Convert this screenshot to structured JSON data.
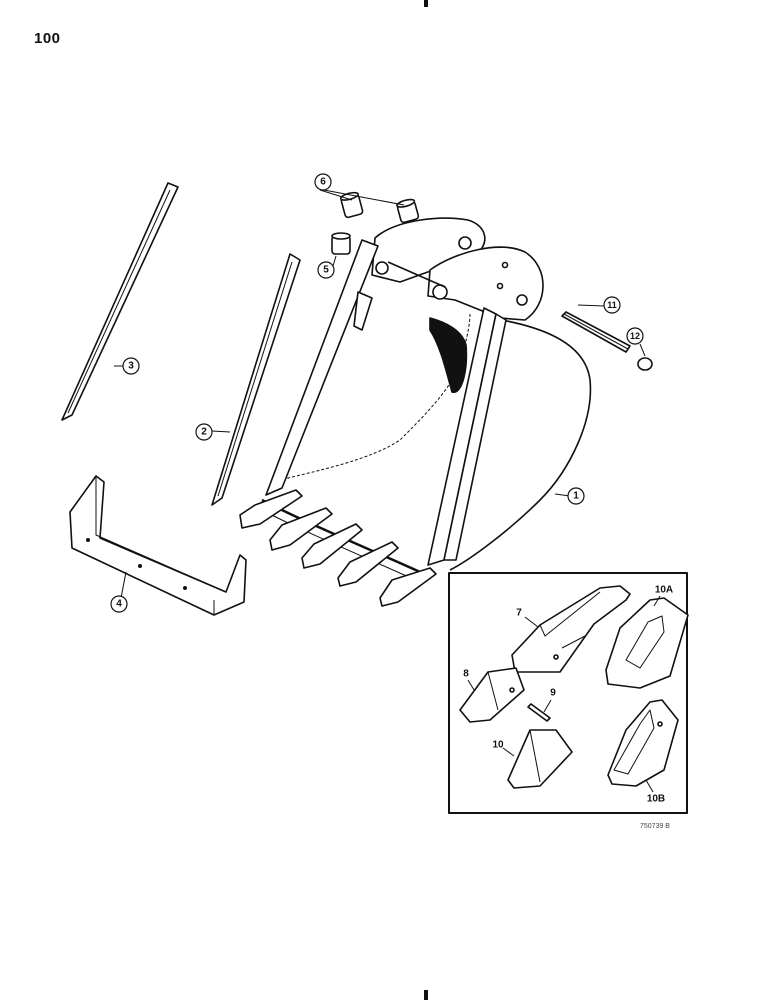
{
  "page": {
    "number": "100"
  },
  "callouts": {
    "c1": "1",
    "c2": "2",
    "c3": "3",
    "c4": "4",
    "c5": "5",
    "c6": "6",
    "c7": "7",
    "c8": "8",
    "c9": "9",
    "c10": "10",
    "c10a": "10A",
    "c10b": "10B",
    "c11": "11",
    "c12": "12"
  },
  "figure_ref": "750739 B"
}
